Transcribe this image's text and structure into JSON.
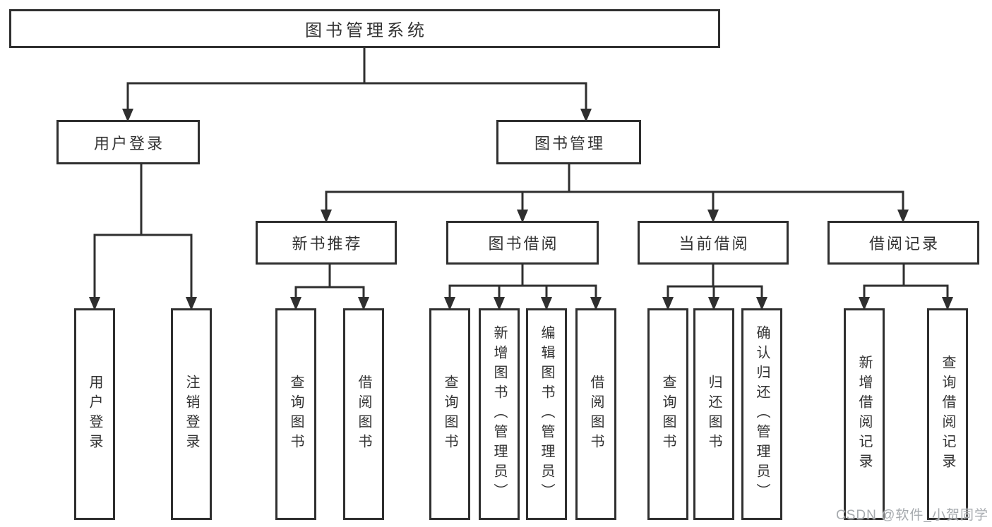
{
  "diagram": {
    "title": "图书管理系统",
    "root": {
      "label": "图书管理系统"
    },
    "branches": [
      {
        "label": "用户登录",
        "children": [
          {
            "label": "用户登录"
          },
          {
            "label": "注销登录"
          }
        ]
      },
      {
        "label": "图书管理",
        "children": [
          {
            "label": "新书推荐",
            "children": [
              {
                "label": "查询图书"
              },
              {
                "label": "借阅图书"
              }
            ]
          },
          {
            "label": "图书借阅",
            "children": [
              {
                "label": "查询图书"
              },
              {
                "label": "新增图书（管理员）"
              },
              {
                "label": "编辑图书（管理员）"
              },
              {
                "label": "借阅图书"
              }
            ]
          },
          {
            "label": "当前借阅",
            "children": [
              {
                "label": "查询图书"
              },
              {
                "label": "归还图书"
              },
              {
                "label": "确认归还（管理员）"
              }
            ]
          },
          {
            "label": "借阅记录",
            "children": [
              {
                "label": "新增借阅记录"
              },
              {
                "label": "查询借阅记录"
              }
            ]
          }
        ]
      }
    ]
  },
  "watermark": {
    "text": "CSDN @软件_小贺同学"
  },
  "colors": {
    "background": "#ffffff",
    "line": "#2f2f2f",
    "text": "#333333",
    "watermark": "#a6aaae"
  }
}
